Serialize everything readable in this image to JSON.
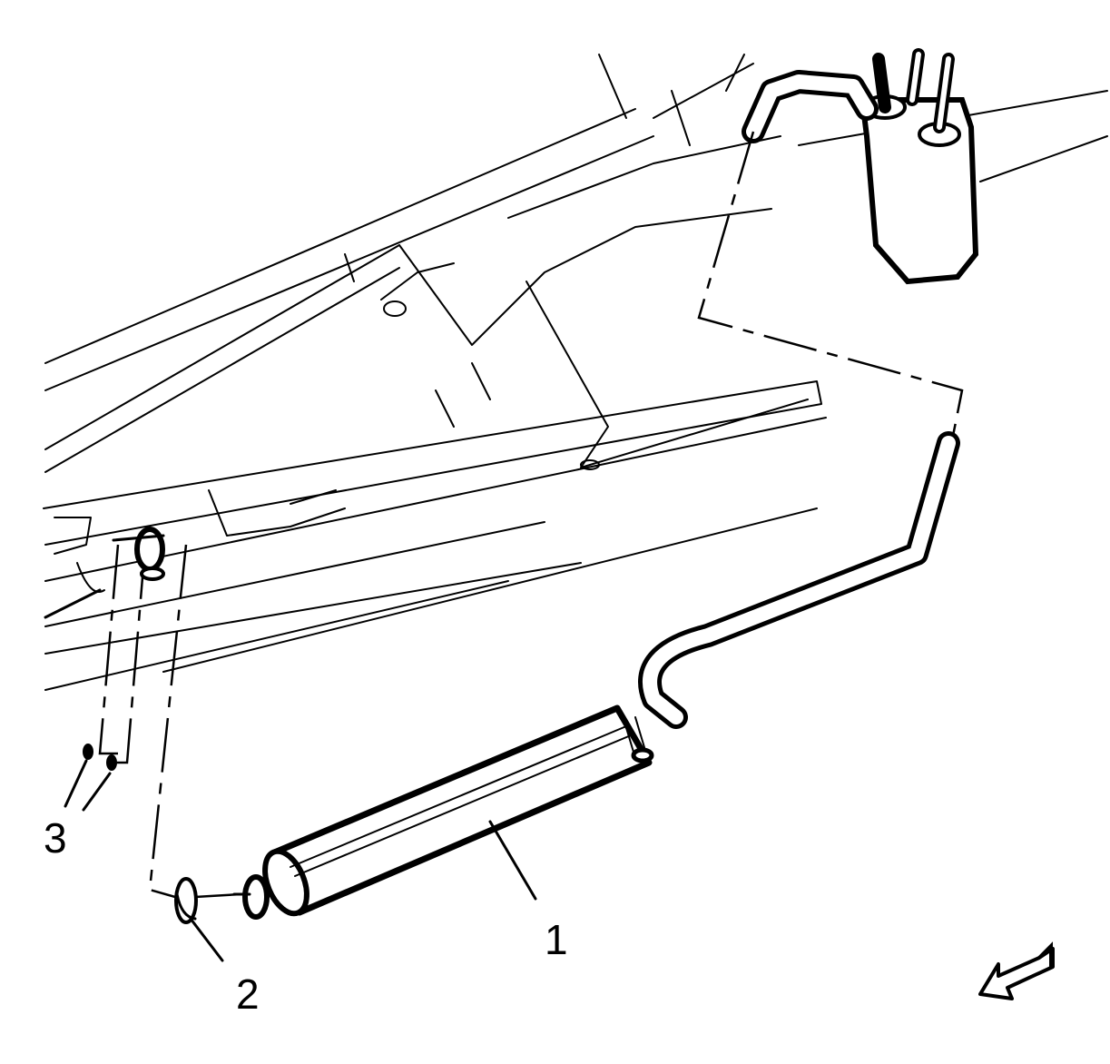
{
  "callouts": [
    {
      "id": "1",
      "label": "1"
    },
    {
      "id": "2",
      "label": "2"
    },
    {
      "id": "3",
      "label": "3"
    }
  ],
  "icons": {
    "view_direction": "view-direction-arrow-icon"
  },
  "colors": {
    "line": "#000000",
    "background": "#ffffff"
  }
}
